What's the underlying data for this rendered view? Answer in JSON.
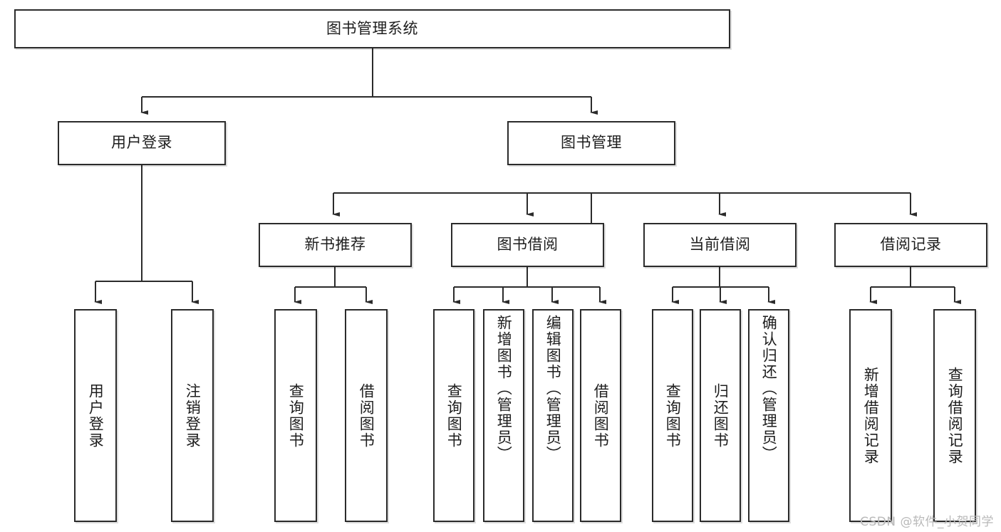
{
  "diagram": {
    "title": "图书管理系统",
    "type": "function-structure-tree",
    "watermark": "CSDN @软件_小贺同学",
    "colors": {
      "box_border": "#2b2b2b",
      "box_fill": "#ffffff",
      "connector": "#2b2b2b",
      "text": "#1d1d1d",
      "watermark": "#b9b9b9",
      "background": "#ffffff"
    },
    "root": {
      "label": "图书管理系统"
    },
    "level2": [
      {
        "label": "用户登录"
      },
      {
        "label": "图书管理"
      }
    ],
    "level3": [
      {
        "label": "新书推荐"
      },
      {
        "label": "图书借阅"
      },
      {
        "label": "当前借阅"
      },
      {
        "label": "借阅记录"
      }
    ],
    "leaves": {
      "user_login": [
        {
          "label": "用户登录"
        },
        {
          "label": "注销登录"
        }
      ],
      "new_book": [
        {
          "label": "查询图书"
        },
        {
          "label": "借阅图书"
        }
      ],
      "borrow_book": [
        {
          "label": "查询图书"
        },
        {
          "label": "新增图书（管理员）"
        },
        {
          "label": "编辑图书（管理员）"
        },
        {
          "label": "借阅图书"
        }
      ],
      "current_borrow": [
        {
          "label": "查询图书"
        },
        {
          "label": "归还图书"
        },
        {
          "label": "确认归还（管理员）"
        }
      ],
      "borrow_record": [
        {
          "label": "新增借阅记录"
        },
        {
          "label": "查询借阅记录"
        }
      ]
    }
  }
}
